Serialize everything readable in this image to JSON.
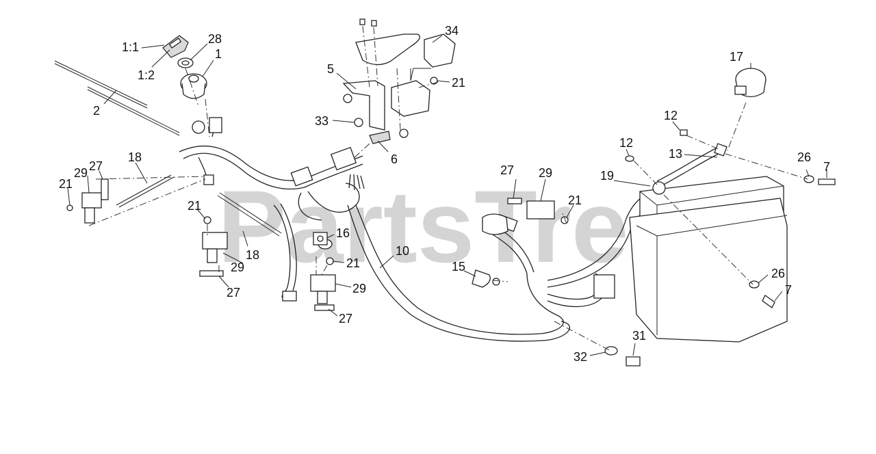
{
  "watermark": "PartsTree",
  "callouts": {
    "c1_1": "1:1",
    "c1_2": "1:2",
    "c28": "28",
    "c1": "1",
    "c2": "2",
    "c5": "5",
    "c34": "34",
    "c21a": "21",
    "c33": "33",
    "c6": "6",
    "c17": "17",
    "c12a": "12",
    "c12b": "12",
    "c13": "13",
    "c26a": "26",
    "c7a": "7",
    "c19": "19",
    "c18a": "18",
    "c29a": "29",
    "c27a": "27",
    "c21b": "21",
    "c27b": "27",
    "c29b": "29",
    "c21c": "21",
    "c21d": "21",
    "c29c": "29",
    "c18b": "18",
    "c16": "16",
    "c21e": "21",
    "c10": "10",
    "c27c": "27",
    "c29d": "29",
    "c27d": "27",
    "c15": "15",
    "c26b": "26",
    "c7b": "7",
    "c31": "31",
    "c32": "32"
  }
}
